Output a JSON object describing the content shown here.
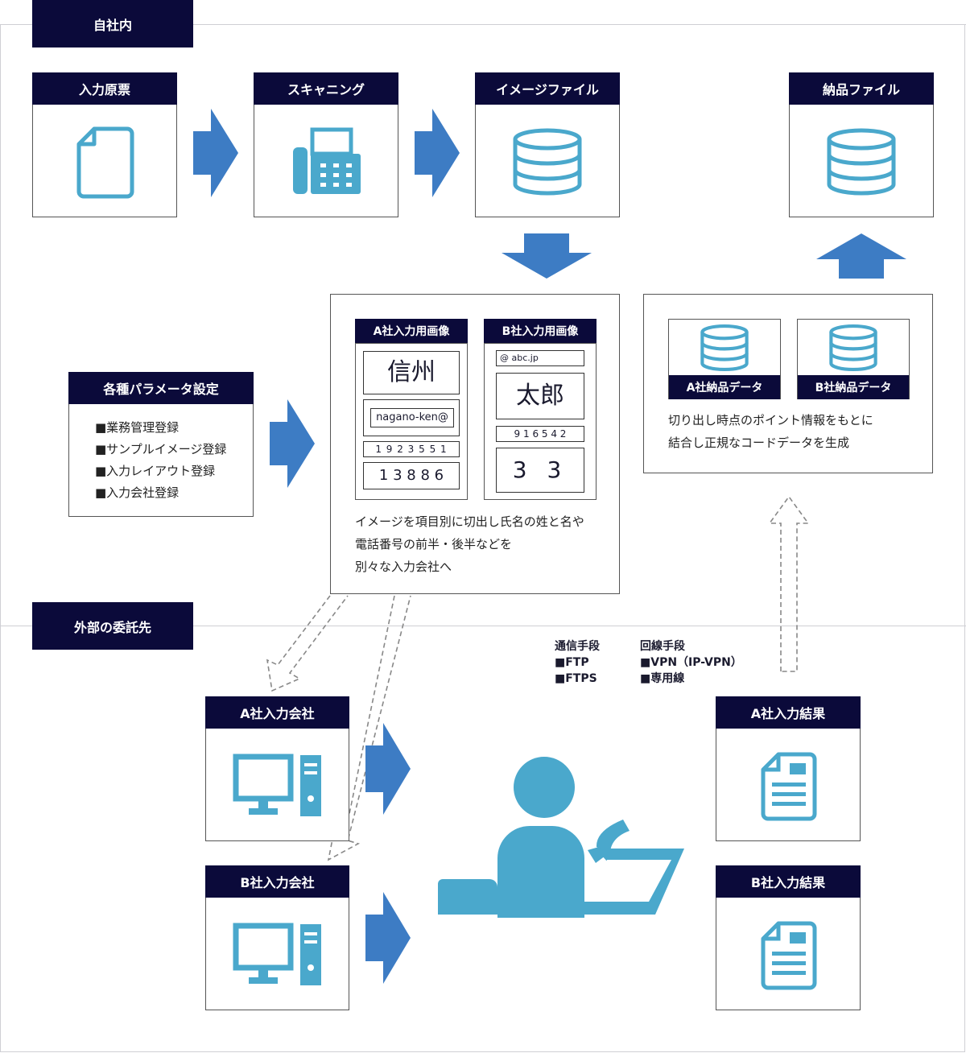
{
  "zones": {
    "internal": "自社内",
    "external": "外部の委託先"
  },
  "steps": {
    "input_slip": "入力原票",
    "scanning": "スキャニング",
    "image_file": "イメージファイル",
    "delivery_file": "納品ファイル"
  },
  "parameters": {
    "title": "各種パラメータ設定",
    "items": [
      "■業務管理登録",
      "■サンプルイメージ登録",
      "■入力レイアウト登録",
      "■入力会社登録"
    ]
  },
  "cut_panel": {
    "a_label": "A社入力用画像",
    "b_label": "B社入力用画像",
    "a_samples": [
      "信州",
      "nagano-ken@",
      "1 9 2 3 5 5 1",
      "1 3 8 8 6"
    ],
    "b_samples": [
      "@ abc.jp",
      "太郎",
      "9 1 6 5 4 2",
      "3 3"
    ],
    "description": [
      "イメージを項目別に切出し氏名の姓と名や",
      "電話番号の前半・後半などを",
      "別々な入力会社へ"
    ]
  },
  "merge_panel": {
    "a_label": "A社納品データ",
    "b_label": "B社納品データ",
    "description": [
      "切り出し時点のポイント情報をもとに",
      "結合し正規なコードデータを生成"
    ]
  },
  "protocols": {
    "comm_title": "通信手段",
    "comm_items": [
      "■FTP",
      "■FTPS"
    ],
    "line_title": "回線手段",
    "line_items": [
      "■VPN（IP-VPN）",
      "■専用線"
    ]
  },
  "vendors": {
    "a_company": "A社入力会社",
    "b_company": "B社入力会社",
    "a_result": "A社入力結果",
    "b_result": "B社入力結果"
  },
  "colors": {
    "navy": "#0b0a3a",
    "arrow_blue": "#3d7cc4",
    "icon_blue": "#4aa8cc",
    "border": "#555555"
  },
  "icons": [
    "document-icon",
    "fax-icon",
    "database-icon",
    "computer-icon",
    "operator-icon",
    "report-icon"
  ]
}
